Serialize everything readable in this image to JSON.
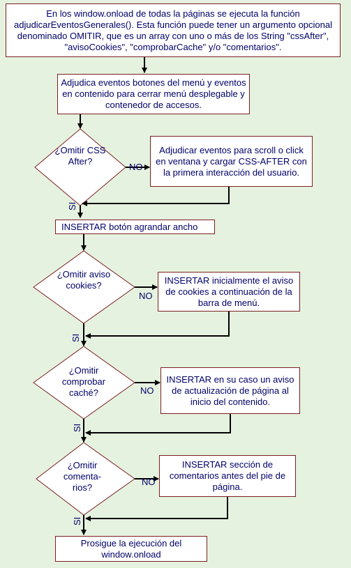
{
  "start": "En los window.onload de todas la páginas se ejecuta la función adjudicarEventosGenerales(). Esta función puede tener un argumento opcional denominado OMITIR, que es un array con uno o más de los String \"cssAfter\", \"avisoCookies\", \"comprobarCache\" y/o \"comentarios\".",
  "step_events": "Adjudica eventos botones del menú y eventos en contenido para cerrar menú desplegable y contenedor de accesos.",
  "decision_css": "¿Omitir CSS After?",
  "action_css": "Adjudicar eventos para scroll o click en ventana y cargar CSS-AFTER con la primera interacción del usuario.",
  "step_insert_button": "INSERTAR botón agrandar ancho",
  "decision_cookies": "¿Omitir aviso cookies?",
  "action_cookies": "INSERTAR inicialmente el aviso de cookies a continuación de la barra de menú.",
  "decision_cache": "¿Omitir comprobar caché?",
  "action_cache": "INSERTAR en su caso un aviso de actualización de página al inicio del contenido.",
  "decision_comments": "¿Omitir comenta-rios?",
  "action_comments": "INSERTAR sección de comentarios antes del pie de página.",
  "end": "Prosigue la ejecución del window.onload",
  "label_no": "NO",
  "label_yes": "SI",
  "colors": {
    "background": "#e6f2e0",
    "border": "#7a1f1f",
    "text": "#00006a",
    "line": "#000000"
  }
}
